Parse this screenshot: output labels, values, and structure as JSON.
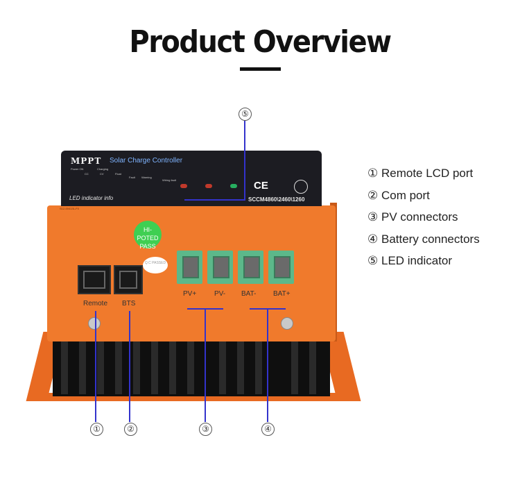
{
  "page": {
    "title": "Product Overview"
  },
  "device": {
    "brand": "MPPT",
    "subtitle": "Solar Charge Controller",
    "led_info": "LED indicator info",
    "model": "SCCM4860\\2460\\1260",
    "ce_mark": "CE",
    "panel_labels": [
      "Power ON",
      "Charging",
      "CC",
      "CV",
      "Float",
      "Fault",
      "Warning",
      "Wiring fault"
    ],
    "sticker_hipot": "HI-POTED PASS",
    "sticker_qc": "Q.C PASSED",
    "serial": "S12-004131-F0",
    "port_labels": [
      "Remote",
      "BTS"
    ],
    "terminal_labels": [
      "PV+",
      "PV-",
      "BAT-",
      "BAT+"
    ],
    "led_colors": [
      "#c0392b",
      "#c0392b",
      "#27ae60"
    ],
    "body_color": "#f07a2c"
  },
  "callouts": {
    "numbers": [
      "①",
      "②",
      "③",
      "④",
      "⑤"
    ],
    "line_color": "#3333cc"
  },
  "legend": {
    "items": [
      {
        "num": "①",
        "label": "Remote LCD port"
      },
      {
        "num": "②",
        "label": "Com port"
      },
      {
        "num": "③",
        "label": "PV connectors"
      },
      {
        "num": "④",
        "label": "Battery connectors"
      },
      {
        "num": "⑤",
        "label": "LED indicator"
      }
    ]
  }
}
